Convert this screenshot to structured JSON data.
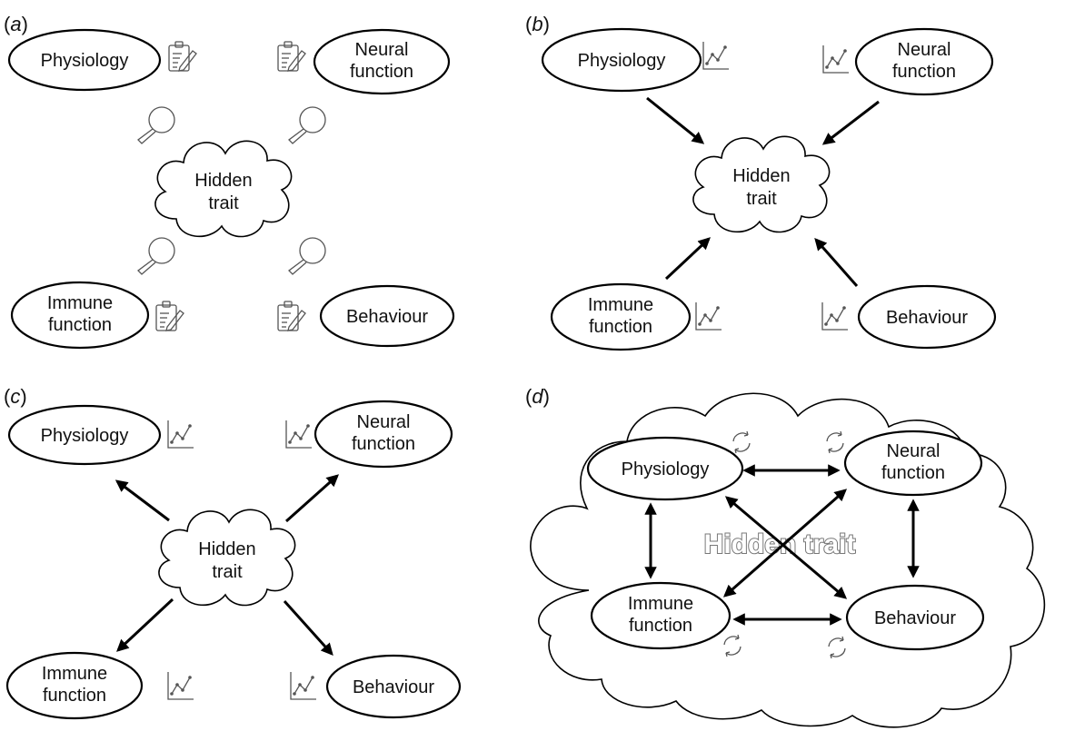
{
  "panels": {
    "a": {
      "label_open": "(",
      "label_letter": "a",
      "label_close": ")",
      "center_line1": "Hidden",
      "center_line2": "trait",
      "physiology": "Physiology",
      "neural_line1": "Neural",
      "neural_line2": "function",
      "immune_line1": "Immune",
      "immune_line2": "function",
      "behaviour": "Behaviour"
    },
    "b": {
      "label_open": "(",
      "label_letter": "b",
      "label_close": ")",
      "center_line1": "Hidden",
      "center_line2": "trait",
      "physiology": "Physiology",
      "neural_line1": "Neural",
      "neural_line2": "function",
      "immune_line1": "Immune",
      "immune_line2": "function",
      "behaviour": "Behaviour"
    },
    "c": {
      "label_open": "(",
      "label_letter": "c",
      "label_close": ")",
      "center_line1": "Hidden",
      "center_line2": "trait",
      "physiology": "Physiology",
      "neural_line1": "Neural",
      "neural_line2": "function",
      "immune_line1": "Immune",
      "immune_line2": "function",
      "behaviour": "Behaviour"
    },
    "d": {
      "label_open": "(",
      "label_letter": "d",
      "label_close": ")",
      "center": "Hidden trait",
      "physiology": "Physiology",
      "neural_line1": "Neural",
      "neural_line2": "function",
      "immune_line1": "Immune",
      "immune_line2": "function",
      "behaviour": "Behaviour"
    }
  },
  "icons": {
    "a": "clipboard-icon, magnifier-icon",
    "b": "line-chart-icon",
    "c": "line-chart-icon",
    "d": "refresh-cycle-icon"
  }
}
